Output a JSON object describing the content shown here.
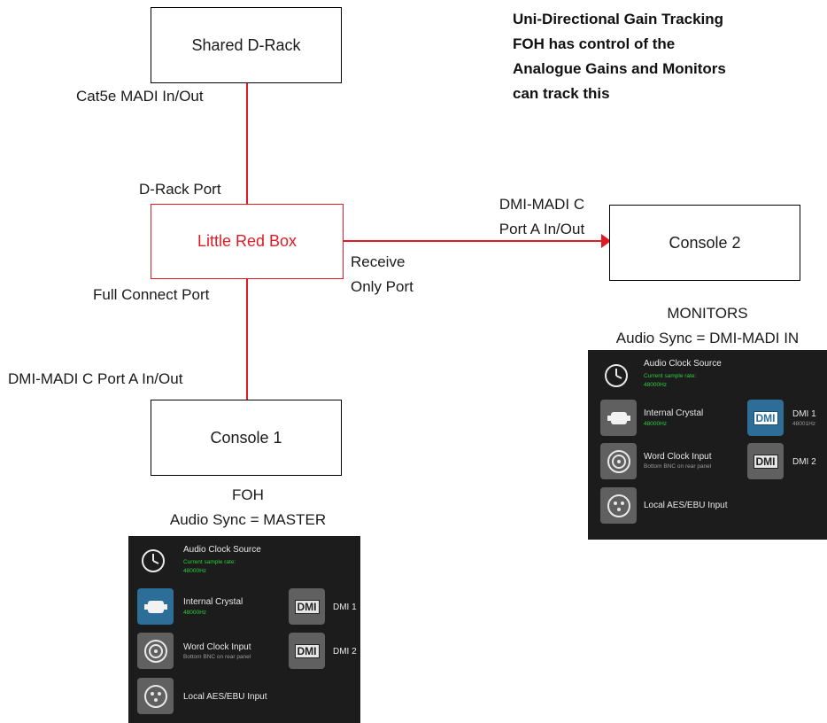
{
  "diagram": {
    "note_lines": [
      "Uni-Directional Gain Tracking",
      "FOH has control of the",
      "Analogue Gains and Monitors",
      "can track this"
    ],
    "nodes": {
      "shared_drack": "Shared D-Rack",
      "little_red_box": "Little Red Box",
      "console1": "Console 1",
      "console2": "Console 2"
    },
    "labels": {
      "cat5e": "Cat5e MADI In/Out",
      "drack_port": "D-Rack Port",
      "full_connect": "Full Connect Port",
      "dmi_c1": "DMI-MADI C Port A In/Out",
      "dmi_c2_line1": "DMI-MADI C",
      "dmi_c2_line2": "Port A In/Out",
      "receive_line1": "Receive",
      "receive_line2": "Only Port"
    },
    "captions": {
      "foh_title": "FOH",
      "foh_sync": "Audio Sync = MASTER",
      "mon_title": "MONITORS",
      "mon_sync": "Audio Sync = DMI-MADI IN"
    },
    "colors": {
      "link": "#e01b24",
      "red_box_text": "#e01b24",
      "panel_bg": "#1c1c1c",
      "tile_selected": "#2c6e97",
      "tile": "#606060",
      "green_text": "#2ecc40"
    }
  },
  "panel_foh": {
    "title": "Audio Clock Source",
    "rate_label": "Current sample rate:",
    "rate_value": "48000Hz",
    "internal": "Internal Crystal",
    "internal_sub": "48000Hz",
    "word_clock": "Word Clock Input",
    "word_clock_sub": "Bottom BNC on rear panel",
    "aes": "Local AES/EBU Input",
    "dmi_badge": "DMI",
    "dmi1": "DMI 1",
    "dmi1_sub": "",
    "dmi2": "DMI 2"
  },
  "panel_mon": {
    "title": "Audio Clock Source",
    "rate_label": "Current sample rate:",
    "rate_value": "48000Hz",
    "internal": "Internal Crystal",
    "internal_sub": "48000Hz",
    "word_clock": "Word Clock Input",
    "word_clock_sub": "Bottom BNC on rear panel",
    "aes": "Local AES/EBU Input",
    "dmi_badge": "DMI",
    "dmi1": "DMI 1",
    "dmi1_sub": "48001Hz",
    "dmi2": "DMI 2"
  }
}
